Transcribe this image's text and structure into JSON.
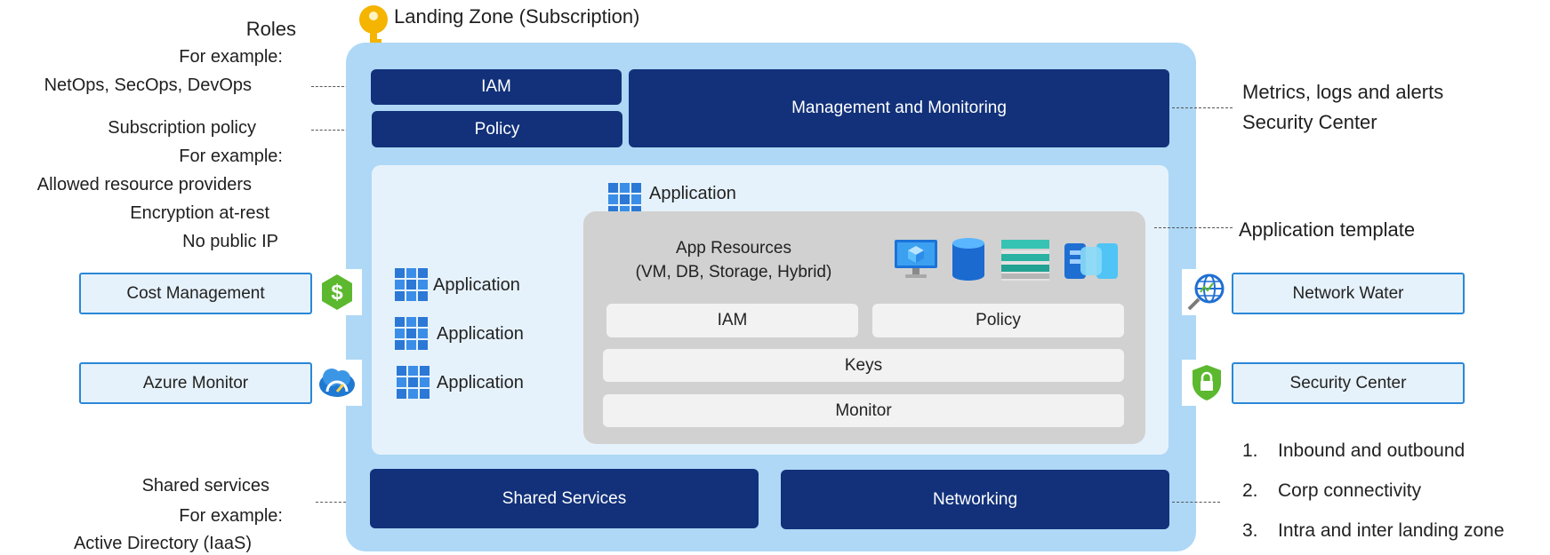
{
  "title": "Landing Zone (Subscription)",
  "left_notes": {
    "roles": [
      "Roles",
      "For example:",
      "NetOps, SecOps, DevOps"
    ],
    "subscription_policy": [
      "Subscription policy",
      "For example:",
      "Allowed resource providers",
      "Encryption at-rest",
      "No public IP"
    ],
    "shared_services": [
      "Shared services",
      "For example:",
      "Active Directory (IaaS)"
    ]
  },
  "right_notes": {
    "metrics": [
      "Metrics, logs and alerts",
      "Security Center"
    ],
    "app_template": "Application template",
    "networking_list": [
      {
        "num": "1.",
        "text": "Inbound and outbound"
      },
      {
        "num": "2.",
        "text": "Corp connectivity"
      },
      {
        "num": "3.",
        "text": "Intra and inter landing zone"
      }
    ]
  },
  "blocks": {
    "iam": "IAM",
    "policy": "Policy",
    "management": "Management and Monitoring",
    "shared_services": "Shared Services",
    "networking": "Networking"
  },
  "applications": {
    "top": "Application",
    "list": [
      "Application",
      "Application",
      "Application"
    ]
  },
  "app_resources": {
    "title_line1": "App Resources",
    "title_line2": "(VM, DB, Storage, Hybrid)",
    "iam": "IAM",
    "policy": "Policy",
    "keys": "Keys",
    "monitor": "Monitor",
    "icons": [
      "vm-icon",
      "database-icon",
      "storage-icon",
      "hybrid-icon"
    ]
  },
  "side_services": {
    "left": [
      {
        "label": "Cost Management",
        "icon": "cost-management-icon"
      },
      {
        "label": "Azure Monitor",
        "icon": "azure-monitor-icon"
      }
    ],
    "right": [
      {
        "label": "Network Water",
        "icon": "network-watcher-icon"
      },
      {
        "label": "Security Center",
        "icon": "security-center-icon"
      }
    ]
  },
  "colors": {
    "navy": "#12317a",
    "outer": "#aed8f6",
    "inner": "#e6f2fb",
    "gray": "#d1d1d1",
    "accent": "#2a87d6"
  }
}
